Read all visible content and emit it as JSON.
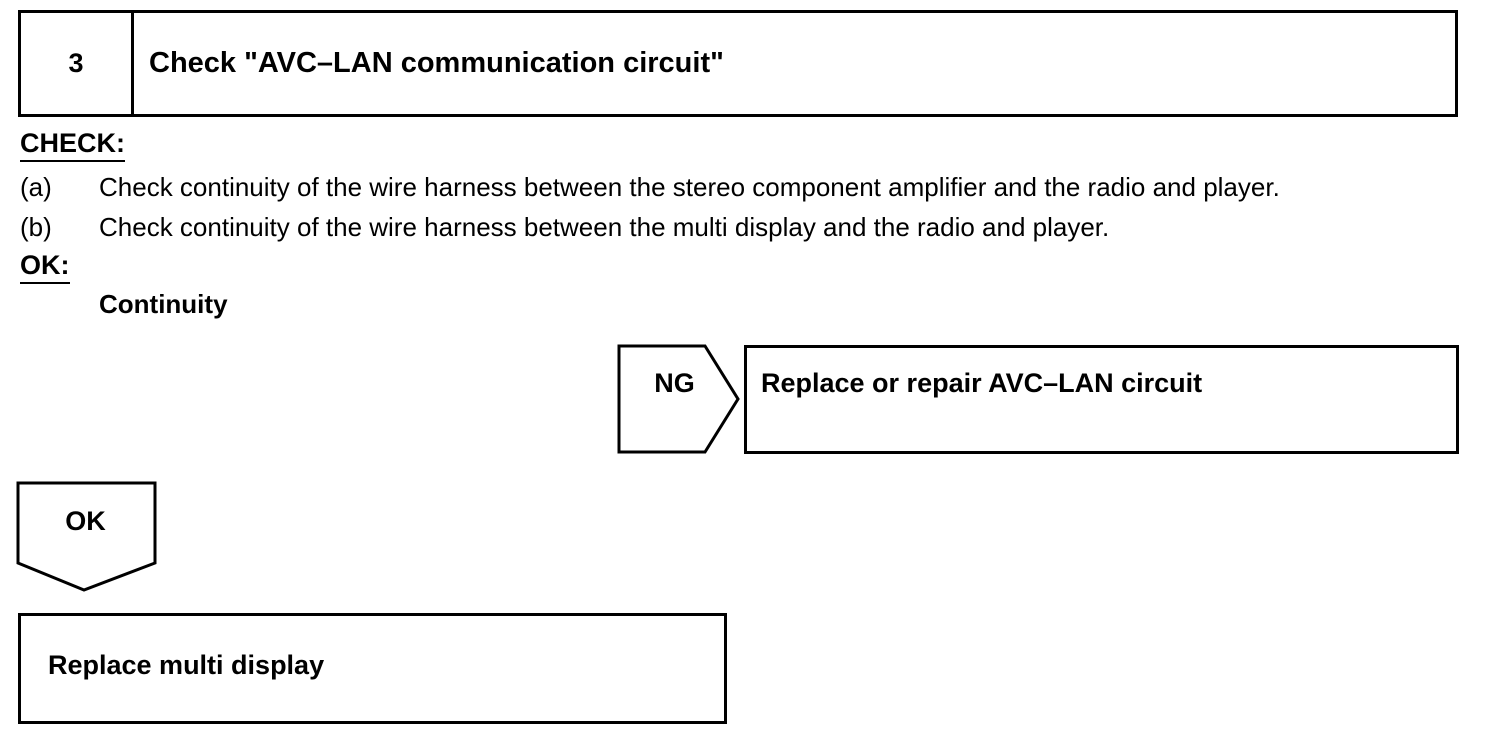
{
  "step": {
    "number": "3",
    "title": "Check \"AVC–LAN communication circuit\""
  },
  "check": {
    "heading": "CHECK:",
    "items": [
      {
        "label": "(a)",
        "text": "Check continuity of the wire harness between the stereo component amplifier and the radio and player."
      },
      {
        "label": "(b)",
        "text": "Check continuity of the wire harness between the multi display and the radio and player."
      }
    ]
  },
  "ok_spec": {
    "heading": "OK:",
    "value": "Continuity"
  },
  "ng_branch": {
    "label": "NG",
    "result": "Replace or repair AVC–LAN circuit"
  },
  "ok_branch": {
    "label": "OK",
    "result": "Replace multi display"
  }
}
